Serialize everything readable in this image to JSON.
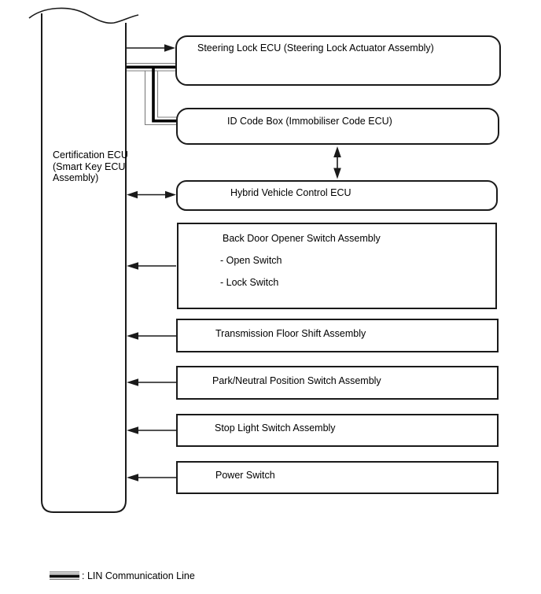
{
  "diagram": {
    "title_hidden": "",
    "certification": {
      "label": "Certification ECU (Smart Key ECU Assembly)"
    },
    "nodes": [
      {
        "id": "steering-lock-ecu",
        "shape": "rounded",
        "label": "Steering Lock ECU (Steering Lock Actuator Assembly)"
      },
      {
        "id": "id-code-box",
        "shape": "rounded",
        "label": "ID Code Box (Immobiliser Code ECU)"
      },
      {
        "id": "hybrid-vehicle-control-ecu",
        "shape": "rounded",
        "label": "Hybrid Vehicle Control ECU"
      },
      {
        "id": "back-door-opener-switch",
        "shape": "rect",
        "label": "Back Door Opener Switch Assembly",
        "items": [
          "- Open Switch",
          "- Lock Switch"
        ]
      },
      {
        "id": "transmission-floor-shift",
        "shape": "rect",
        "label": "Transmission Floor Shift Assembly"
      },
      {
        "id": "park-neutral-position-switch",
        "shape": "rect",
        "label": "Park/Neutral Position Switch Assembly"
      },
      {
        "id": "stop-light-switch",
        "shape": "rect",
        "label": "Stop Light Switch Assembly"
      },
      {
        "id": "power-switch",
        "shape": "rect",
        "label": "Power Switch"
      }
    ],
    "connections": [
      {
        "from": "certification-ecu",
        "to": "steering-lock-ecu",
        "type": "arrow-right"
      },
      {
        "from": "certification-ecu",
        "to": "steering-lock-ecu",
        "type": "lin-line"
      },
      {
        "from": "certification-ecu",
        "to": "id-code-box",
        "type": "lin-line"
      },
      {
        "from": "certification-ecu",
        "to": "hybrid-vehicle-control-ecu",
        "type": "arrow-both"
      },
      {
        "from": "id-code-box",
        "to": "hybrid-vehicle-control-ecu",
        "type": "arrow-both"
      },
      {
        "from": "back-door-opener-switch",
        "to": "certification-ecu",
        "type": "arrow-left"
      },
      {
        "from": "transmission-floor-shift",
        "to": "certification-ecu",
        "type": "arrow-left"
      },
      {
        "from": "park-neutral-position-switch",
        "to": "certification-ecu",
        "type": "arrow-left"
      },
      {
        "from": "stop-light-switch",
        "to": "certification-ecu",
        "type": "arrow-left"
      },
      {
        "from": "power-switch",
        "to": "certification-ecu",
        "type": "arrow-left"
      }
    ],
    "legend": {
      "symbol": "lin-communication-line-symbol",
      "label": ": LIN Communication Line"
    },
    "colors": {
      "line": "#1a1a1a",
      "lin_thick": "#000000",
      "lin_thin": "#7d7d7d",
      "background": "#ffffff",
      "text": "#000000"
    }
  }
}
